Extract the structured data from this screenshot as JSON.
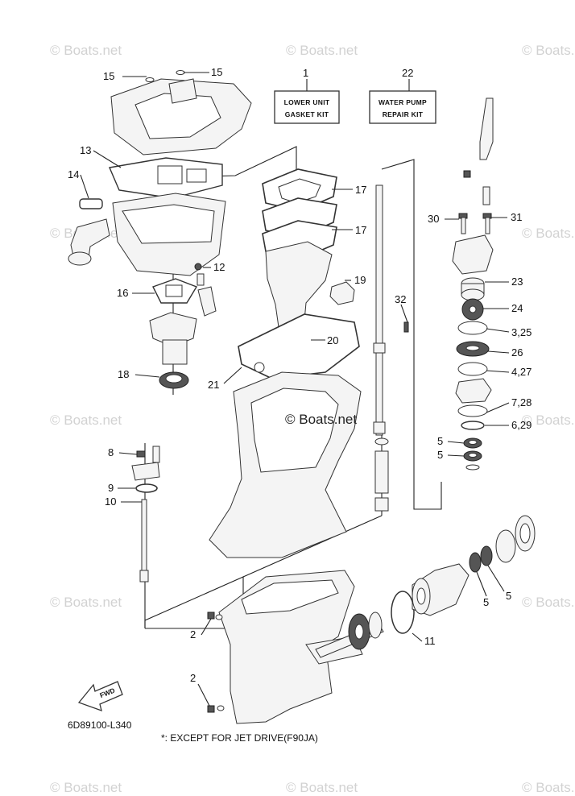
{
  "watermark": "© Boats.net",
  "center_watermark": "© Boats.net",
  "kits": {
    "lower_unit": {
      "number": "1",
      "line1": "LOWER UNIT",
      "line2": "GASKET KIT"
    },
    "water_pump": {
      "number": "22",
      "line1": "WATER PUMP",
      "line2": "REPAIR KIT"
    }
  },
  "callouts": [
    {
      "key": "c15a",
      "label": "15"
    },
    {
      "key": "c15b",
      "label": "15"
    },
    {
      "key": "c13",
      "label": "13"
    },
    {
      "key": "c14",
      "label": "14"
    },
    {
      "key": "c17a",
      "label": "17"
    },
    {
      "key": "c17b",
      "label": "17"
    },
    {
      "key": "c30",
      "label": "30"
    },
    {
      "key": "c31",
      "label": "31"
    },
    {
      "key": "c12",
      "label": "12"
    },
    {
      "key": "c16",
      "label": "16"
    },
    {
      "key": "c19",
      "label": "19"
    },
    {
      "key": "c23",
      "label": "23"
    },
    {
      "key": "c32",
      "label": "32"
    },
    {
      "key": "c24",
      "label": "24"
    },
    {
      "key": "c325",
      "label": "3,25"
    },
    {
      "key": "c20",
      "label": "20"
    },
    {
      "key": "c26",
      "label": "26"
    },
    {
      "key": "c427",
      "label": "4,27"
    },
    {
      "key": "c18",
      "label": "18"
    },
    {
      "key": "c21",
      "label": "21"
    },
    {
      "key": "c728",
      "label": "7,28"
    },
    {
      "key": "c629",
      "label": "6,29"
    },
    {
      "key": "c5a",
      "label": "5"
    },
    {
      "key": "c5b",
      "label": "5"
    },
    {
      "key": "c8",
      "label": "8"
    },
    {
      "key": "c9",
      "label": "9"
    },
    {
      "key": "c10",
      "label": "10"
    },
    {
      "key": "c5c",
      "label": "5"
    },
    {
      "key": "c5d",
      "label": "5"
    },
    {
      "key": "c2a",
      "label": "2"
    },
    {
      "key": "c11",
      "label": "11"
    },
    {
      "key": "c2b",
      "label": "2"
    }
  ],
  "fwd_label": "FWD",
  "diagram_code": "6D89100-L340",
  "footnote": "*: EXCEPT FOR JET DRIVE(F90JA)",
  "icons": {
    "fwd_arrow": "fwd-arrow-icon"
  }
}
